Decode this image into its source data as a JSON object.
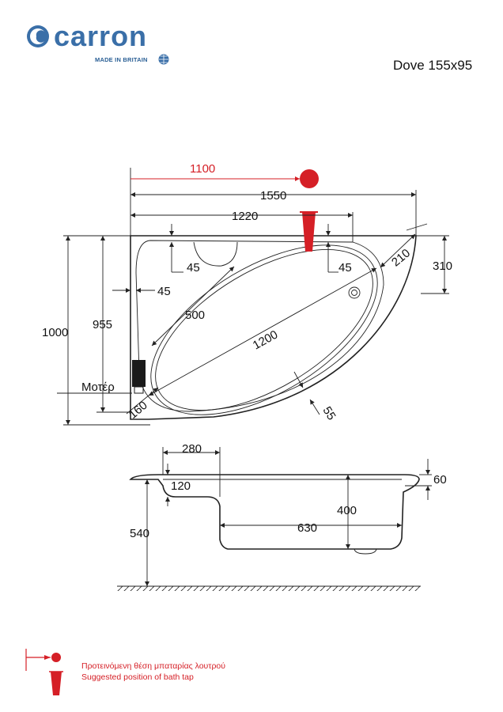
{
  "brand": {
    "logo_text": "carron",
    "tagline": "MADE IN BRITAIN"
  },
  "model": "Dove 155x95",
  "plan": {
    "tap_position": "1100",
    "total_length": "1550",
    "inner_length": "1220",
    "diagonal_corner": "210",
    "right_depth": "310",
    "rim_left": "45",
    "rim_top_left": "45",
    "rim_top_right": "45",
    "headrest_length": "500",
    "basin_length": "1200",
    "rim_front": "55",
    "corner_left": "160",
    "total_width": "1000",
    "inner_width": "955",
    "motor_label": "Μοτέρ"
  },
  "section": {
    "seat_width": "280",
    "seat_depth": "120",
    "rim_height": "60",
    "basin_depth": "400",
    "floor_length": "630",
    "total_height": "540"
  },
  "legend": {
    "line1": "Προτεινόμενη θέση μπαταρίας λουτρού",
    "line2": "Suggested position of bath tap"
  },
  "colors": {
    "accent_red": "#d51f26",
    "brand_blue": "#3a6fa8",
    "line": "#222222"
  }
}
